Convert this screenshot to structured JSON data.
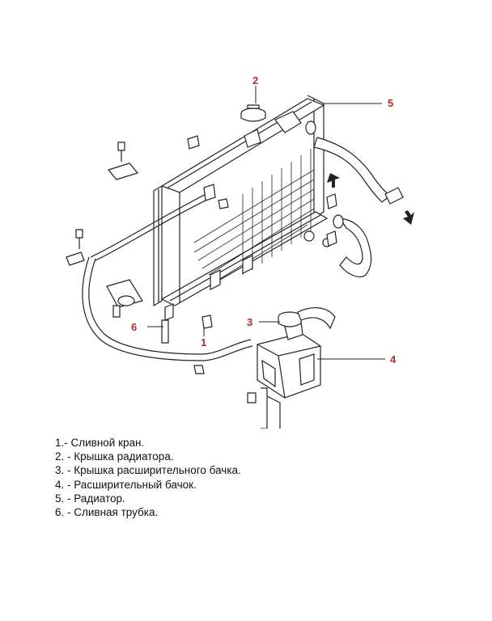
{
  "callouts": [
    "1",
    "2",
    "3",
    "4",
    "5",
    "6"
  ],
  "legend": [
    "1.- Сливной кран.",
    "2. - Крышка радиатора.",
    "3. - Крышка расширительного бачка.",
    "4. - Расширительный бачок.",
    "5. - Радиатор.",
    "6. - Сливная трубка."
  ],
  "colors": {
    "callout": "#b8292b",
    "line": "#222222"
  }
}
